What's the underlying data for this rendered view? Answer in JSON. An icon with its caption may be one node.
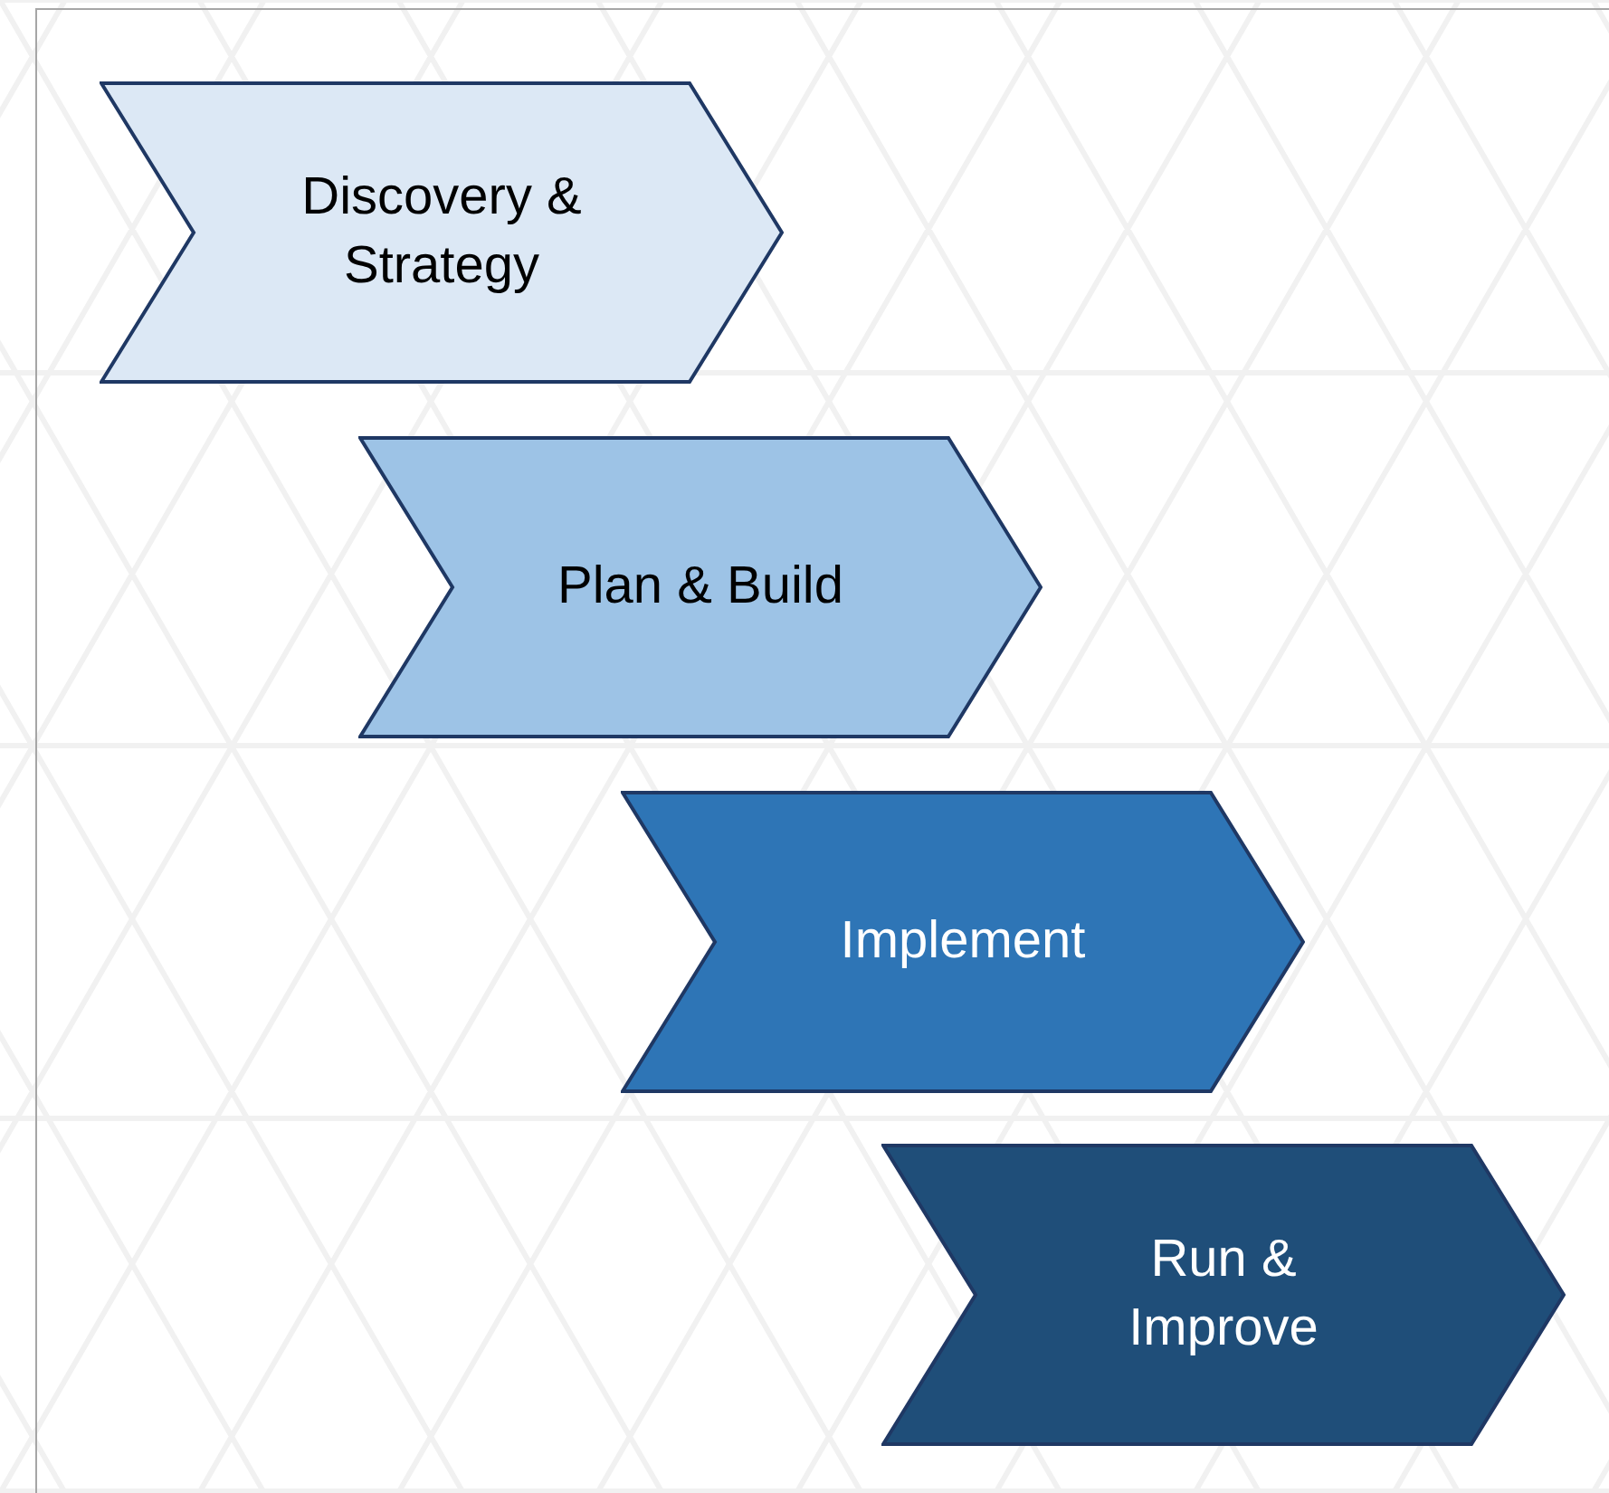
{
  "diagram": {
    "nodes": [
      {
        "text": [
          "Discovery & Strategy"
        ]
      },
      {
        "text": [
          "Plan & Build"
        ]
      },
      {
        "text": [
          "Implement"
        ]
      },
      {
        "text": [
          "Run & Improve"
        ]
      }
    ]
  }
}
